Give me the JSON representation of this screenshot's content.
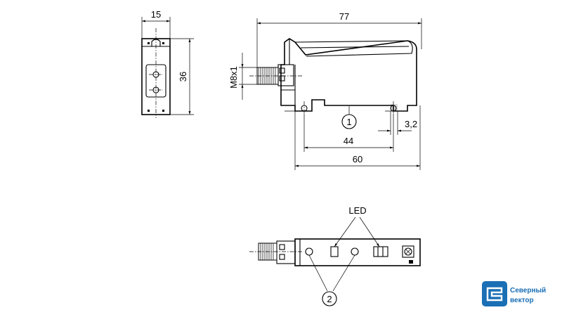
{
  "dimensions": {
    "front_width": "15",
    "front_height": "36",
    "total_length": "77",
    "connector": "M8x1",
    "slot_width": "3,2",
    "hole_spacing": "44",
    "mount_length": "60"
  },
  "callouts": {
    "item_1": "1",
    "item_2": "2",
    "led_label": "LED"
  },
  "logo": {
    "line1": "Северный",
    "line2": "вектор",
    "color": "#1a6fb5"
  }
}
